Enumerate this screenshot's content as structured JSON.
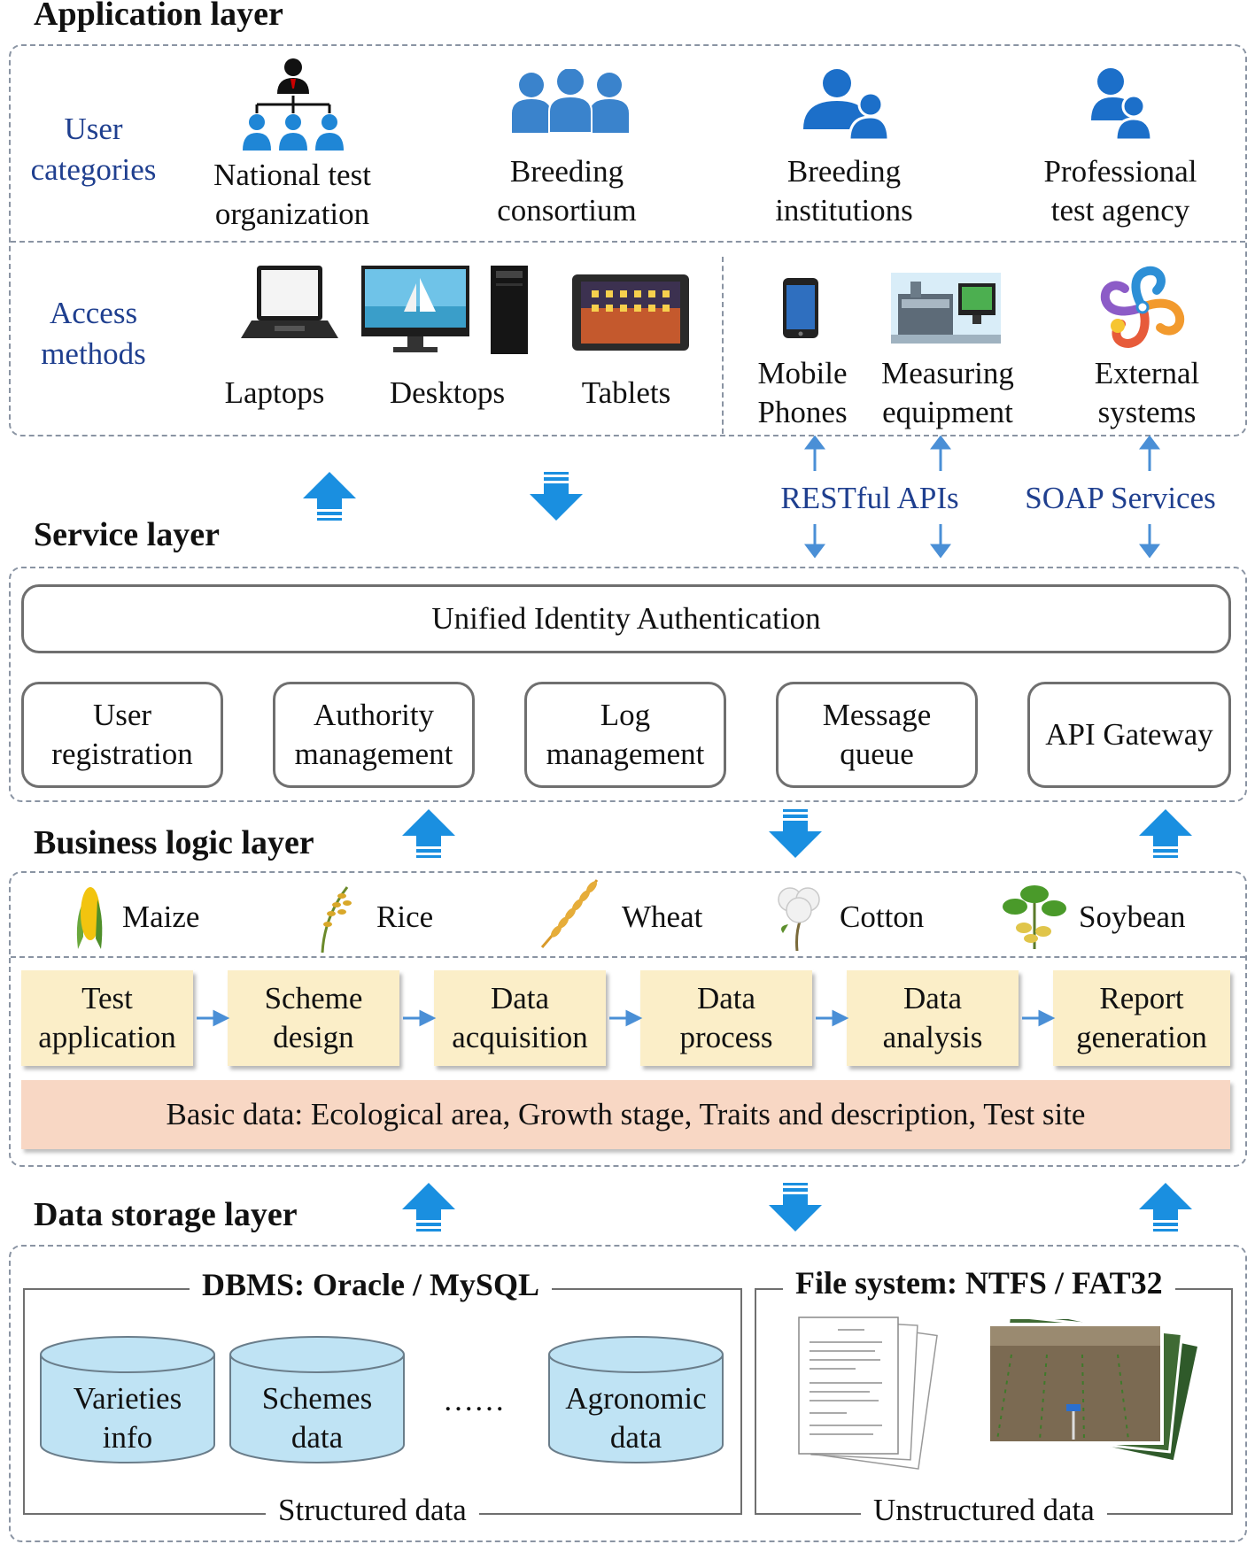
{
  "application_layer": {
    "title": "Application layer",
    "user_categories_label": "User\ncategories",
    "users": [
      {
        "label": "National test\norganization",
        "icon": "hierarchy-people-icon"
      },
      {
        "label": "Breeding\nconsortium",
        "icon": "group-people-icon"
      },
      {
        "label": "Breeding\ninstitutions",
        "icon": "people-pair-icon"
      },
      {
        "label": "Professional\ntest agency",
        "icon": "person-pair-icon"
      }
    ],
    "access_methods_label": "Access\nmethods",
    "devices": [
      {
        "label": "Laptops",
        "icon": "laptop-icon"
      },
      {
        "label": "Desktops",
        "icon": "desktop-icon"
      },
      {
        "label": "Tablets",
        "icon": "tablet-icon"
      },
      {
        "label": "Mobile\nPhones",
        "icon": "mobile-phone-icon"
      },
      {
        "label": "Measuring\nequipment",
        "icon": "measuring-equipment-icon"
      },
      {
        "label": "External\nsystems",
        "icon": "external-systems-icon"
      }
    ]
  },
  "interfaces": {
    "restful": "RESTful APIs",
    "soap": "SOAP Services"
  },
  "service_layer": {
    "title": "Service layer",
    "auth": "Unified Identity Authentication",
    "services": [
      "User\nregistration",
      "Authority\nmanagement",
      "Log\nmanagement",
      "Message\nqueue",
      "API Gateway"
    ]
  },
  "business_layer": {
    "title": "Business logic layer",
    "crops": [
      {
        "label": "Maize",
        "icon": "maize-icon"
      },
      {
        "label": "Rice",
        "icon": "rice-icon"
      },
      {
        "label": "Wheat",
        "icon": "wheat-icon"
      },
      {
        "label": "Cotton",
        "icon": "cotton-icon"
      },
      {
        "label": "Soybean",
        "icon": "soybean-icon"
      }
    ],
    "flow": [
      "Test\napplication",
      "Scheme\ndesign",
      "Data\nacquisition",
      "Data\nprocess",
      "Data\nanalysis",
      "Report\ngeneration"
    ],
    "basic_data": "Basic data: Ecological area, Growth stage, Traits and description, Test site"
  },
  "data_storage_layer": {
    "title": "Data storage layer",
    "dbms_title": "DBMS: Oracle / MySQL",
    "databases": [
      "Varieties\ninfo",
      "Schemes\ndata",
      "Agronomic\ndata"
    ],
    "ellipsis": "……",
    "structured_label": "Structured data",
    "fs_title": "File system: NTFS / FAT32",
    "unstructured_label": "Unstructured data"
  },
  "colors": {
    "arrow_blue": "#1a8fe0",
    "icon_blue": "#2f7fd0",
    "label_blue": "#1f3f8f",
    "flow_box": "#fbeec8",
    "basic_bar": "#f8d7c4",
    "cylinder": "#bfe3f4"
  }
}
